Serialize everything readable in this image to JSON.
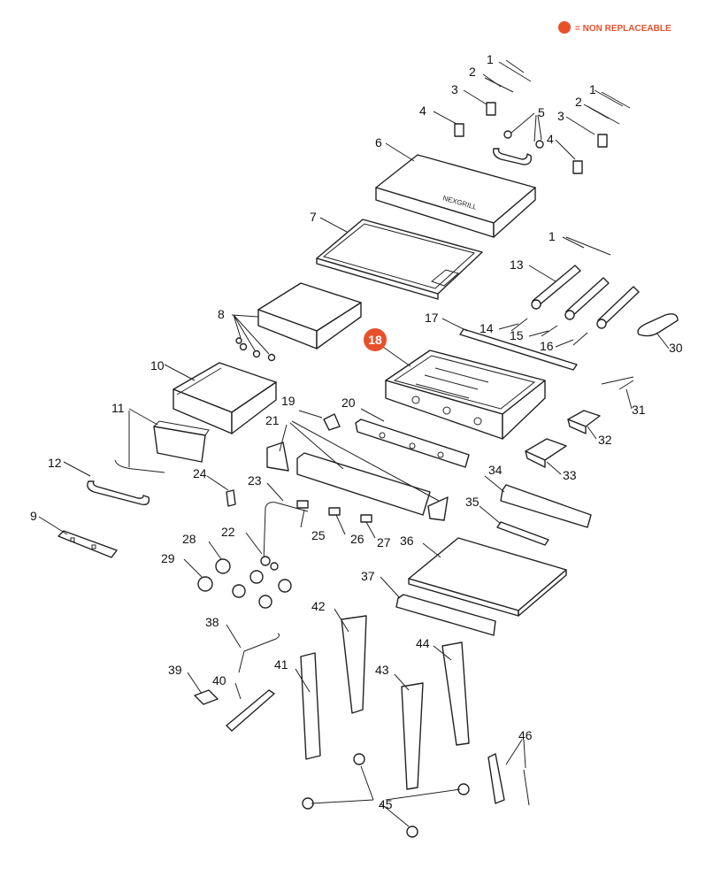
{
  "legend": {
    "text": "= NON REPLACEABLE",
    "color": "#e8502a"
  },
  "highlight_color": "#e8502a",
  "highlighted_part": "18",
  "logo_text": "NEXGRILL",
  "callouts": [
    "1",
    "2",
    "3",
    "4",
    "5",
    "6",
    "7",
    "8",
    "9",
    "10",
    "11",
    "12",
    "13",
    "14",
    "15",
    "16",
    "17",
    "18",
    "19",
    "20",
    "21",
    "22",
    "23",
    "24",
    "25",
    "26",
    "27",
    "28",
    "29",
    "30",
    "31",
    "32",
    "33",
    "34",
    "35",
    "36",
    "37",
    "38",
    "39",
    "40",
    "41",
    "42",
    "43",
    "44",
    "45",
    "46"
  ]
}
